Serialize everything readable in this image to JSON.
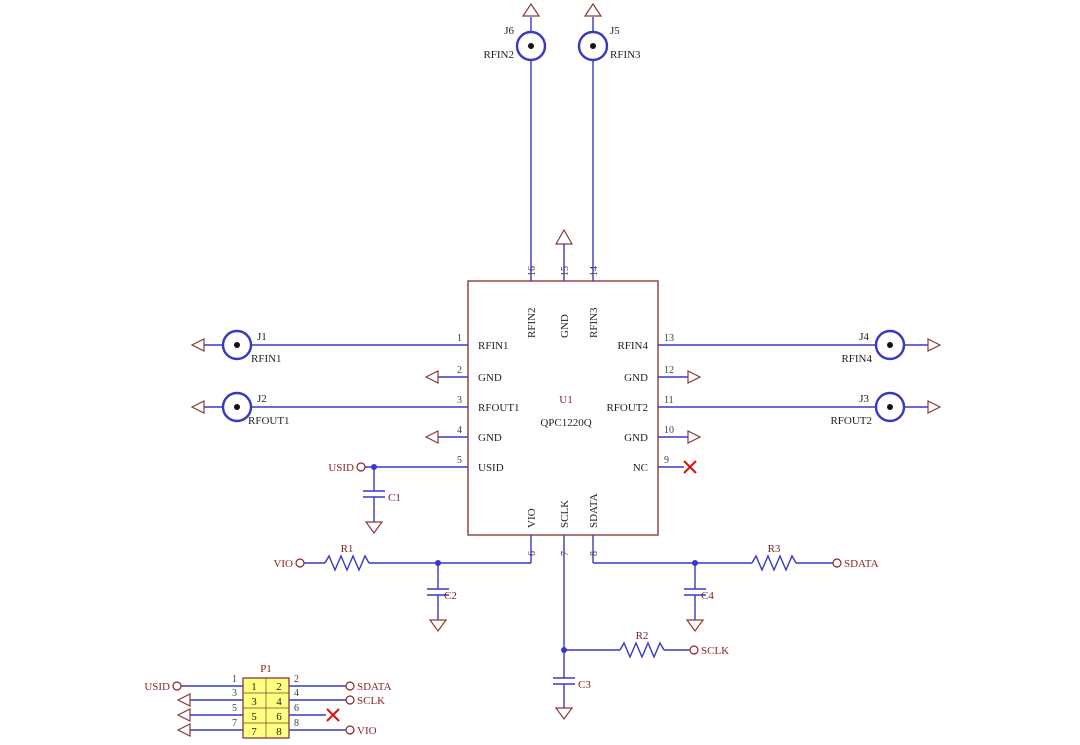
{
  "diagram": {
    "kind": "circuit-schematic",
    "colors": {
      "wire": "#3838c0",
      "component_outline": "#8a3a3a",
      "net_label": "#8a2525",
      "text": "#1f1f1f",
      "pin_number": "#3f3f3f",
      "no_connect_x": "#e01010",
      "header_fill": "#ffff80",
      "background": "#ffffff"
    }
  },
  "ic": {
    "ref": "U1",
    "part": "QPC1220Q",
    "left_pins": [
      {
        "num": "1",
        "name": "RFIN1"
      },
      {
        "num": "2",
        "name": "GND"
      },
      {
        "num": "3",
        "name": "RFOUT1"
      },
      {
        "num": "4",
        "name": "GND"
      },
      {
        "num": "5",
        "name": "USID"
      }
    ],
    "right_pins": [
      {
        "num": "13",
        "name": "RFIN4"
      },
      {
        "num": "12",
        "name": "GND"
      },
      {
        "num": "11",
        "name": "RFOUT2"
      },
      {
        "num": "10",
        "name": "GND"
      },
      {
        "num": "9",
        "name": "NC"
      }
    ],
    "top_pins": [
      {
        "num": "16",
        "name": "RFIN2"
      },
      {
        "num": "15",
        "name": "GND"
      },
      {
        "num": "14",
        "name": "RFIN3"
      }
    ],
    "bottom_pins": [
      {
        "num": "6",
        "name": "VIO"
      },
      {
        "num": "7",
        "name": "SCLK"
      },
      {
        "num": "8",
        "name": "SDATA"
      }
    ]
  },
  "connectors": {
    "j6": {
      "ref": "J6",
      "label": "RFIN2"
    },
    "j5": {
      "ref": "J5",
      "label": "RFIN3"
    },
    "j1": {
      "ref": "J1",
      "label": "RFIN1"
    },
    "j2": {
      "ref": "J2",
      "label": "RFOUT1"
    },
    "j4": {
      "ref": "J4",
      "label": "RFIN4"
    },
    "j3": {
      "ref": "J3",
      "label": "RFOUT2"
    }
  },
  "resistors": {
    "r1": "R1",
    "r2": "R2",
    "r3": "R3"
  },
  "capacitors": {
    "c1": "C1",
    "c2": "C2",
    "c3": "C3",
    "c4": "C4"
  },
  "net_labels": {
    "usid": "USID",
    "vio": "VIO",
    "sdata": "SDATA",
    "sclk": "SCLK"
  },
  "header": {
    "ref": "P1",
    "pins": [
      "1",
      "2",
      "3",
      "4",
      "5",
      "6",
      "7",
      "8"
    ],
    "wire_numbers_left": [
      "1",
      "3",
      "5",
      "7"
    ],
    "wire_numbers_right": [
      "2",
      "4",
      "6",
      "8"
    ],
    "left_net": "USID",
    "right_nets": [
      "SDATA",
      "SCLK",
      "VIO"
    ]
  }
}
